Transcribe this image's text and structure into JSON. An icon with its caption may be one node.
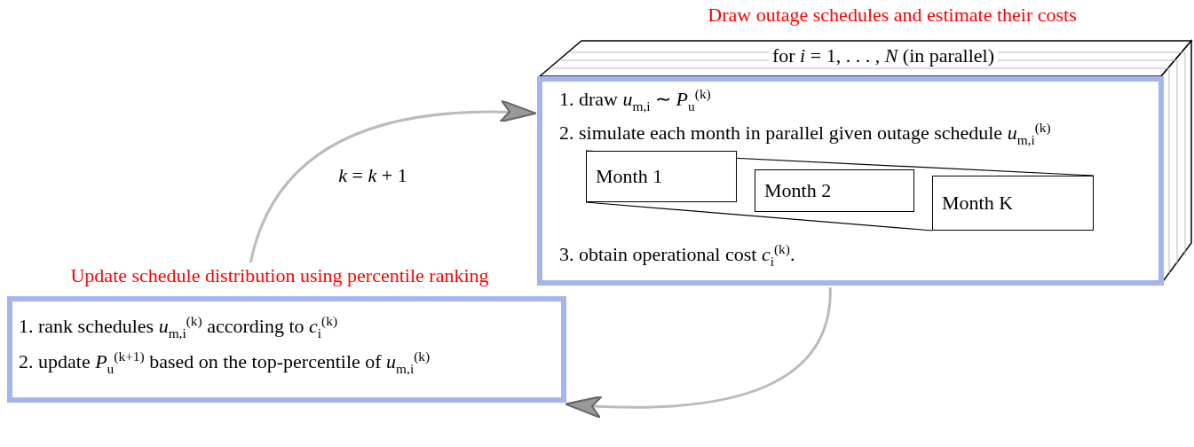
{
  "diagram": {
    "nodes": [
      {
        "text": [
          "Draw outage schedules and estimate their costs",
          "for *i* = 1, . . . , *N* (in parallel)",
          "1. draw *u*$_{m,i}$ ∼ *P*$_{u}$$^{(k)}$",
          "2. simulate each month in parallel given outage schedule *u*$_{m,i}$$^{(k)}$",
          "3. obtain operational cost *c*$_{i}$$^{(k)}$."
        ]
      },
      {
        "text": [
          "Month 1"
        ],
        "in": 0
      },
      {
        "text": [
          "Month 2"
        ],
        "in": 0
      },
      {
        "text": [
          "Month K"
        ],
        "in": 0
      },
      {
        "text": [
          "Update schedule distribution using percentile ranking",
          "1. rank schedules *u*$_{m,i}$$^{(k)}$ according to *c*$_{i}$$^{(k)}$",
          "2. update *P*$_{u}$$^{(k+1)}$ based on the top-percentile of *u*$_{m,i}$$^{(k)}$"
        ]
      }
    ],
    "edges": [
      {
        "from": 4,
        "to": 0,
        "arrow": "to",
        "label": "*k* = *k* + 1"
      },
      {
        "from": 0,
        "to": 4,
        "arrow": "to"
      },
      {
        "from": 1,
        "to": 3,
        "arrow": "none",
        "color": "#000000"
      },
      {
        "from": 1,
        "to": 3,
        "arrow": "none",
        "color": "#000000"
      }
    ]
  }
}
